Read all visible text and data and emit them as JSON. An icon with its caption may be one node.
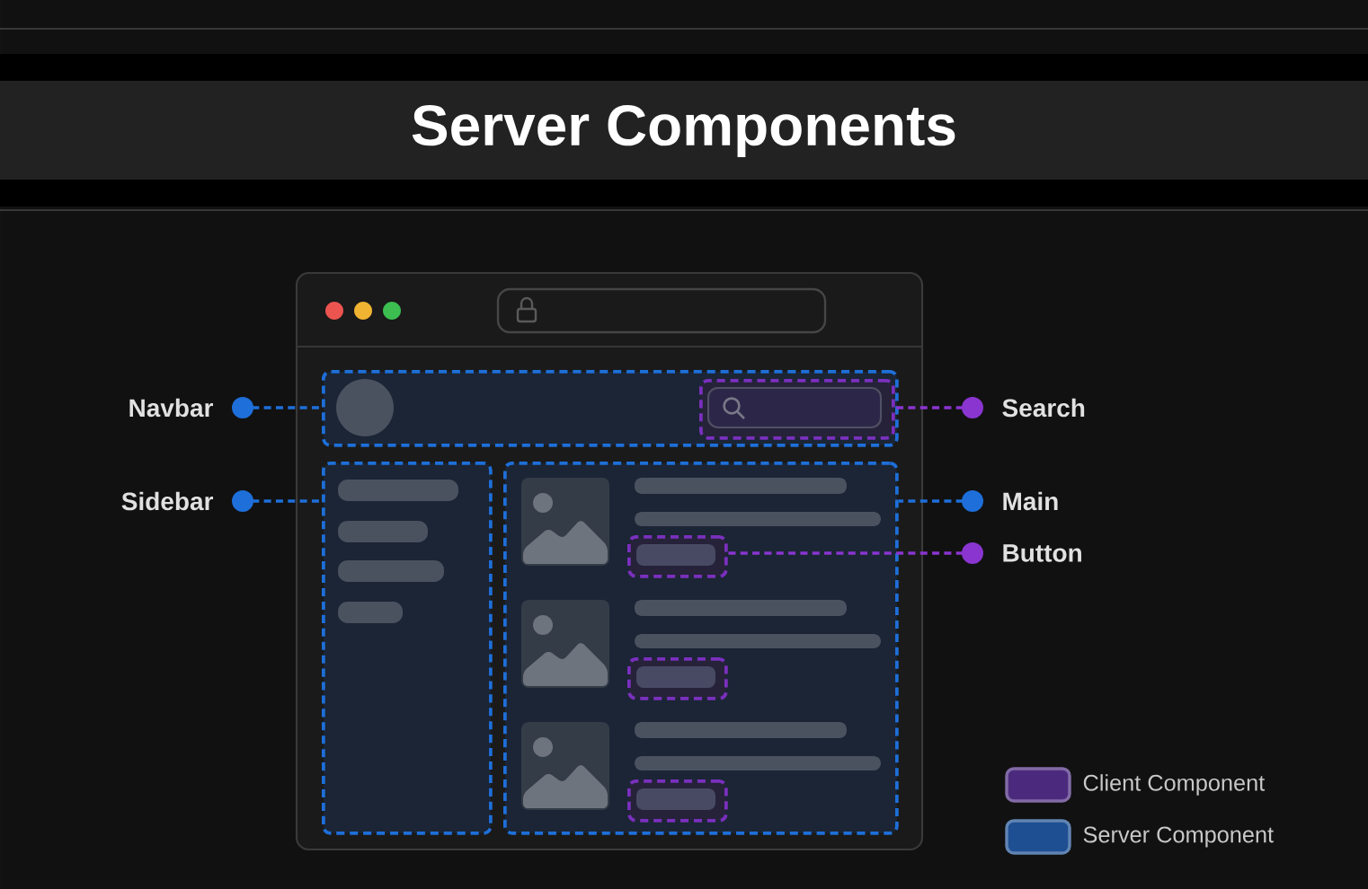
{
  "diagram": {
    "title": "Server Components",
    "nodes": [
      {
        "text": [
          "Navbar"
        ]
      },
      {
        "text": [
          "Sidebar"
        ]
      },
      {
        "text": [
          "Search"
        ]
      },
      {
        "text": [
          "Main"
        ]
      },
      {
        "text": [
          "Button"
        ]
      },
      {
        "text": [],
        "shape": "box"
      },
      {
        "text": [],
        "shape": "box",
        "in": 5
      },
      {
        "text": [],
        "shape": "box"
      },
      {
        "text": [],
        "shape": "box"
      },
      {
        "text": [],
        "shape": "box",
        "in": 8
      },
      {
        "text": [],
        "shape": "box",
        "in": 8
      },
      {
        "text": [],
        "shape": "box",
        "in": 8
      }
    ],
    "edges": [
      {
        "from": 0,
        "to": 5,
        "arrow": "other",
        "style": "dashed"
      },
      {
        "from": 1,
        "to": 7,
        "arrow": "other",
        "style": "dashed"
      },
      {
        "from": 2,
        "to": 6,
        "arrow": "other",
        "style": "dashed",
        "color": "#8a35d0"
      },
      {
        "from": 3,
        "to": 8,
        "arrow": "other",
        "style": "dashed"
      },
      {
        "from": 4,
        "to": 9,
        "arrow": "other",
        "style": "dashed",
        "color": "#8a35d0"
      }
    ],
    "legend": [
      {
        "text": "Client Component",
        "color": "#4b2a7e"
      },
      {
        "text": "Server Component",
        "color": "#1d4f92"
      }
    ]
  }
}
